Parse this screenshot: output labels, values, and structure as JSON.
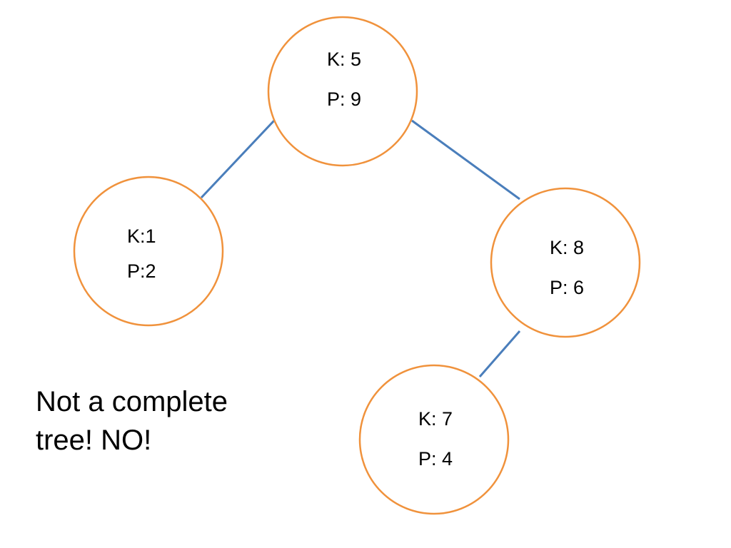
{
  "colors": {
    "node_stroke": "#F0923C",
    "edge": "#4A7EBB",
    "text": "#000000",
    "background": "#FFFFFF"
  },
  "nodes": [
    {
      "id": "root",
      "key": "K: 5",
      "priority": "P: 9"
    },
    {
      "id": "left",
      "key": "K:1",
      "priority": "P:2"
    },
    {
      "id": "right",
      "key": "K: 8",
      "priority": "P: 6"
    },
    {
      "id": "right-left",
      "key": "K: 7",
      "priority": "P: 4"
    }
  ],
  "edges": [
    {
      "from": "root",
      "to": "left"
    },
    {
      "from": "root",
      "to": "right"
    },
    {
      "from": "right",
      "to": "right-left"
    }
  ],
  "caption": {
    "line1": "Not a complete",
    "line2": "tree! NO!"
  }
}
